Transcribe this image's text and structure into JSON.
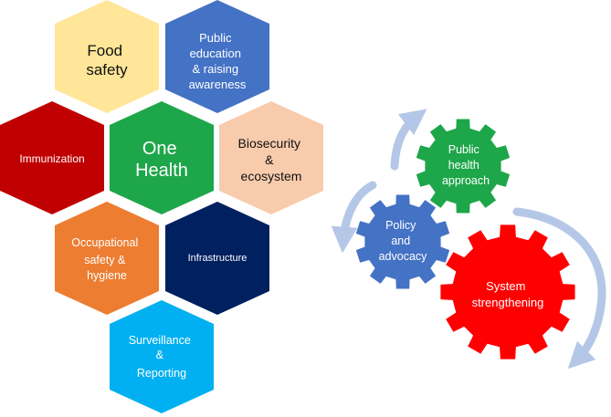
{
  "hexagons": [
    {
      "id": "food-safety",
      "lines": [
        "Food",
        "safety"
      ],
      "color": "#FFE699",
      "text_color": "#111111"
    },
    {
      "id": "public-education",
      "lines": [
        "Public",
        "education",
        "& raising",
        "awareness"
      ],
      "color": "#4472C4",
      "text_color": "#ffffff"
    },
    {
      "id": "immunization",
      "lines": [
        "Immunization"
      ],
      "color": "#C00000",
      "text_color": "#ffffff"
    },
    {
      "id": "one-health",
      "lines": [
        "One",
        "Health"
      ],
      "color": "#1EA64A",
      "text_color": "#ffffff"
    },
    {
      "id": "biosecurity",
      "lines": [
        "Biosecurity",
        "&",
        "ecosystem"
      ],
      "color": "#F8CBAD",
      "text_color": "#111111"
    },
    {
      "id": "occupational",
      "lines": [
        "Occupational",
        "safety &",
        "hygiene"
      ],
      "color": "#ED7D31",
      "text_color": "#ffffff"
    },
    {
      "id": "infrastructure",
      "lines": [
        "Infrastructure"
      ],
      "color": "#002060",
      "text_color": "#ffffff"
    },
    {
      "id": "surveillance",
      "lines": [
        "Surveillance",
        "&",
        "Reporting"
      ],
      "color": "#00B0F0",
      "text_color": "#ffffff"
    }
  ],
  "gears": [
    {
      "id": "public-health",
      "lines": [
        "Public",
        "health",
        "approach"
      ],
      "color": "#1EA64A"
    },
    {
      "id": "policy",
      "lines": [
        "Policy",
        "and",
        "advocacy"
      ],
      "color": "#4472C4"
    },
    {
      "id": "system",
      "lines": [
        "System",
        "strengthening"
      ],
      "color": "#FF0000"
    }
  ],
  "arrow_color": "#B4C7E7"
}
